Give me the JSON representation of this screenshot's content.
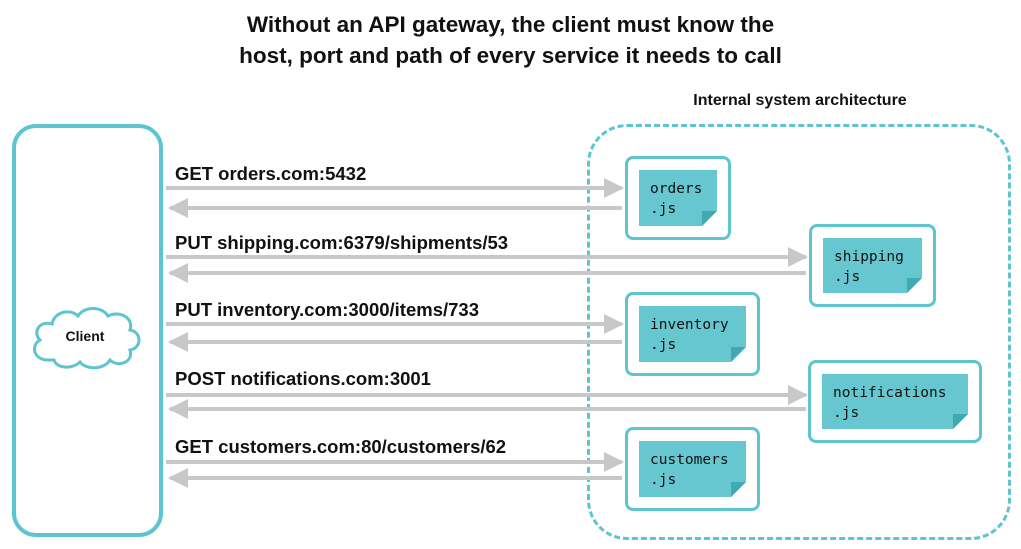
{
  "title": {
    "line1": "Without an API gateway, the client must know the",
    "line2": "host, port and path of every service it needs to call"
  },
  "architecture_label": "Internal system architecture",
  "client_label": "Client",
  "requests": [
    "GET orders.com:5432",
    "PUT shipping.com:6379/shipments/53",
    "PUT inventory.com:3000/items/733",
    "POST notifications.com:3001",
    "GET customers.com:80/customers/62"
  ],
  "services": [
    {
      "name": "orders",
      "ext": ".js"
    },
    {
      "name": "shipping",
      "ext": ".js"
    },
    {
      "name": "inventory",
      "ext": ".js"
    },
    {
      "name": "notifications",
      "ext": ".js"
    },
    {
      "name": "customers",
      "ext": ".js"
    }
  ],
  "colors": {
    "accent": "#5ec4cf",
    "note_fill": "#67c7d0",
    "arrow": "#c8c8c8"
  }
}
